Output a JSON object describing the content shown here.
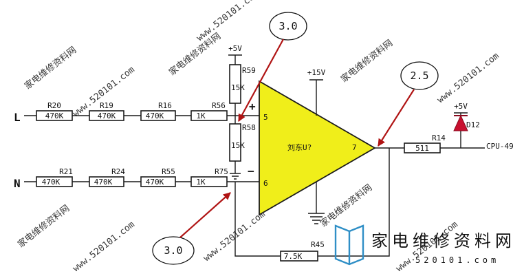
{
  "inputs": {
    "left": "L",
    "neutral": "N"
  },
  "top_chain": [
    {
      "ref": "R20",
      "value": "470K"
    },
    {
      "ref": "R19",
      "value": "470K"
    },
    {
      "ref": "R16",
      "value": "470K"
    },
    {
      "ref": "R56",
      "value": "1K"
    }
  ],
  "bottom_chain": [
    {
      "ref": "R21",
      "value": "470K"
    },
    {
      "ref": "R24",
      "value": "470K"
    },
    {
      "ref": "R55",
      "value": "470K"
    },
    {
      "ref": "R75",
      "value": "1K"
    }
  ],
  "divider": {
    "supply": "+5V",
    "upper": {
      "ref": "R59",
      "value": "15K"
    },
    "lower": {
      "ref": "R58",
      "value": "15K"
    }
  },
  "opamp": {
    "label": "刘东U?",
    "supply": "+15V",
    "pin_plus": "5",
    "pin_minus": "6",
    "pin_out": "7",
    "plus_sign": "+",
    "minus_sign": "−"
  },
  "feedback": {
    "ref": "R45",
    "value": "7.5K"
  },
  "output": {
    "ref": "R14",
    "value": "511",
    "diode_ref": "D12",
    "diode_supply": "+5V",
    "net": "CPU-49"
  },
  "callouts": {
    "top": "3.0",
    "output": "2.5",
    "bottom": "3.0"
  },
  "watermark": {
    "repeat": "家电维修资料网",
    "site": "www.520101.com",
    "logo_text": "家电维修资料网",
    "logo_url": "520101.com"
  },
  "colors": {
    "opamp_fill": "#f0ee1a",
    "arrow": "#b01414",
    "diode": "#c8102e",
    "logo": "#2f8fc6"
  }
}
